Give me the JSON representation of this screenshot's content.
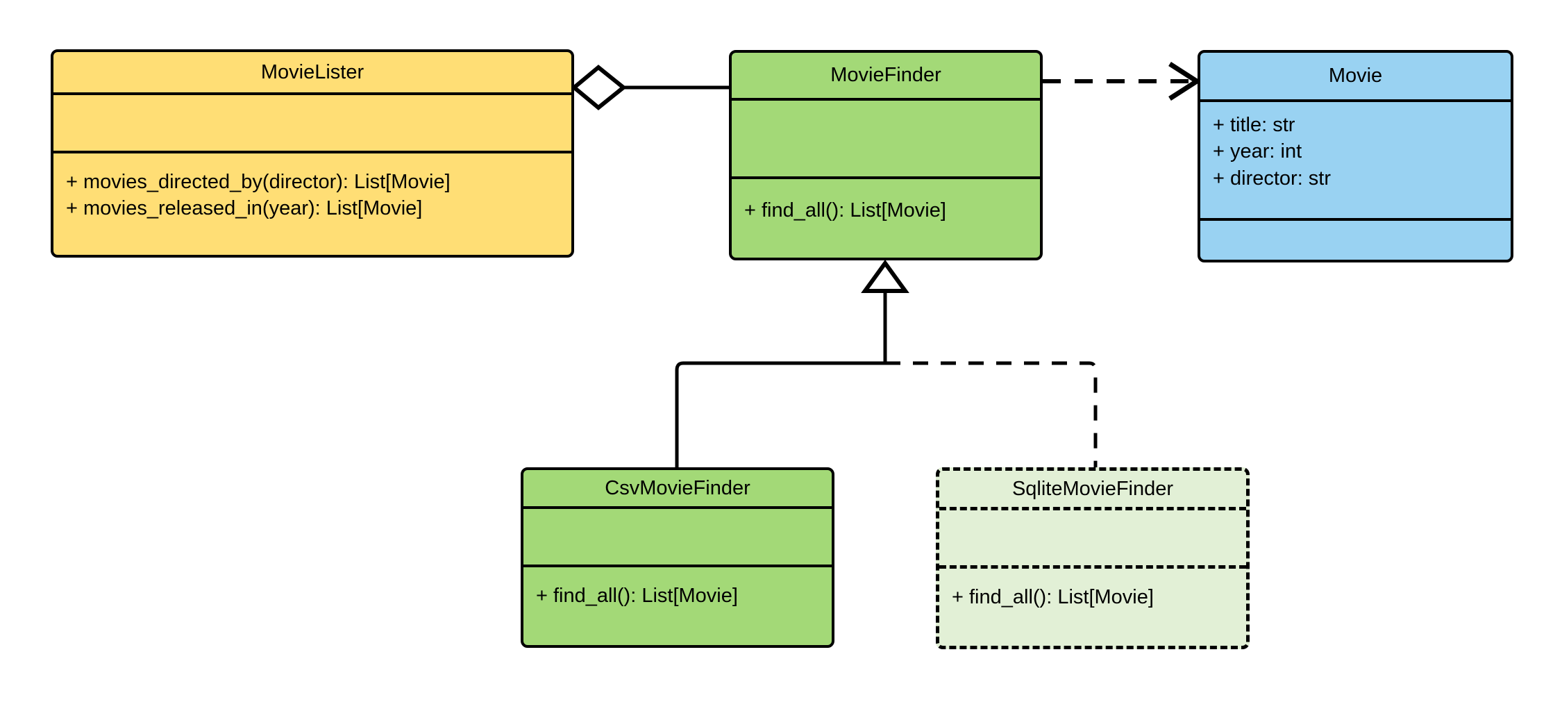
{
  "diagram": {
    "type": "uml-class-diagram",
    "title": "",
    "classes": [
      {
        "id": "MovieLister",
        "name": "MovieLister",
        "fill": "#FFDE75",
        "border": "solid",
        "attributes": [],
        "methods": [
          "+ movies_directed_by(director): List[Movie]",
          "+ movies_released_in(year): List[Movie]"
        ]
      },
      {
        "id": "MovieFinder",
        "name": "MovieFinder",
        "fill": "#A3D977",
        "border": "solid",
        "attributes": [],
        "methods": [
          "+ find_all(): List[Movie]"
        ]
      },
      {
        "id": "Movie",
        "name": "Movie",
        "fill": "#99D2F2",
        "border": "solid",
        "attributes": [
          "+ title: str",
          "+ year: int",
          "+ director: str"
        ],
        "methods": []
      },
      {
        "id": "CsvMovieFinder",
        "name": "CsvMovieFinder",
        "fill": "#A3D977",
        "border": "solid",
        "attributes": [],
        "methods": [
          "+ find_all(): List[Movie]"
        ]
      },
      {
        "id": "SqliteMovieFinder",
        "name": "SqliteMovieFinder",
        "fill": "#E2F0D6",
        "border": "dashed",
        "attributes": [],
        "methods": [
          "+ find_all(): List[Movie]"
        ]
      }
    ],
    "relationships": [
      {
        "kind": "aggregation",
        "from": "MovieLister",
        "to": "MovieFinder",
        "line": "solid",
        "source_decoration": "hollow-diamond",
        "target_decoration": "none"
      },
      {
        "kind": "dependency",
        "from": "MovieFinder",
        "to": "Movie",
        "line": "dashed",
        "source_decoration": "none",
        "target_decoration": "open-arrow"
      },
      {
        "kind": "generalization",
        "from": "CsvMovieFinder",
        "to": "MovieFinder",
        "line": "solid",
        "source_decoration": "none",
        "target_decoration": "hollow-triangle"
      },
      {
        "kind": "generalization",
        "from": "SqliteMovieFinder",
        "to": "MovieFinder",
        "line": "dashed",
        "source_decoration": "none",
        "target_decoration": "hollow-triangle"
      }
    ],
    "colors": {
      "stroke": "#000000",
      "background": "#FFFFFF",
      "lister_fill": "#FFDE75",
      "finder_fill": "#A3D977",
      "movie_fill": "#99D2F2",
      "sqlite_fill": "#E2F0D6"
    }
  }
}
